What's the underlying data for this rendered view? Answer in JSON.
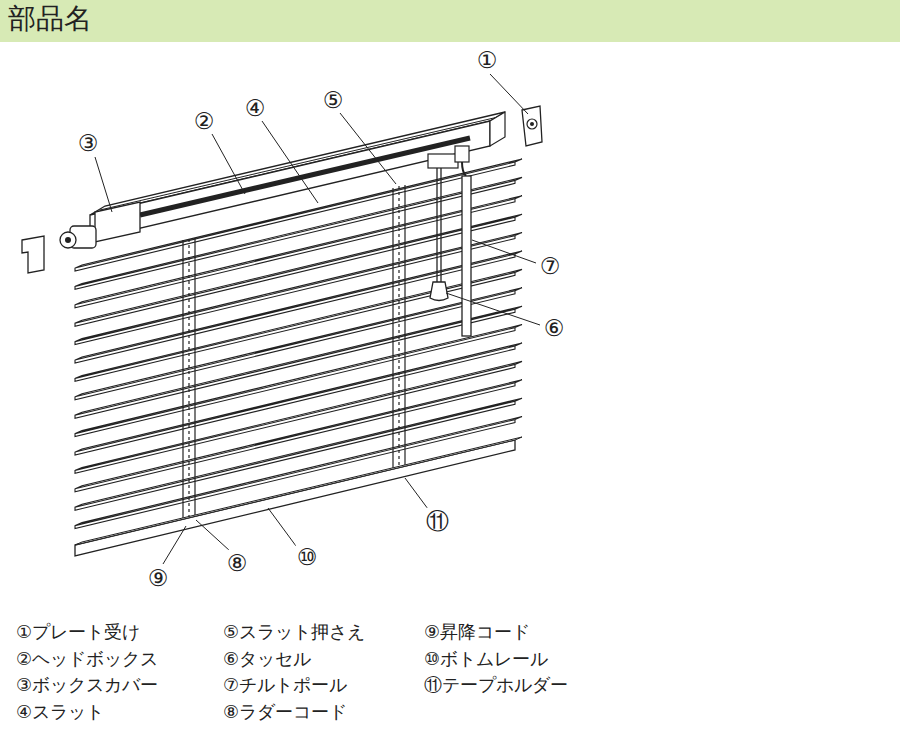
{
  "diagram": {
    "title": "部品名",
    "labels": [
      "①",
      "②",
      "③",
      "④",
      "⑤",
      "⑥",
      "⑦",
      "⑧",
      "⑨",
      "⑩",
      "⑪",
      "①プレート受け",
      "②ヘッドボックス",
      "③ボックスカバー",
      "④スラット",
      "⑤スラット押さえ",
      "⑥タッセル",
      "⑦チルトポール",
      "⑧ラダーコード",
      "⑨昇降コード",
      "⑩ボトムレール",
      "⑪テープホルダー"
    ]
  }
}
